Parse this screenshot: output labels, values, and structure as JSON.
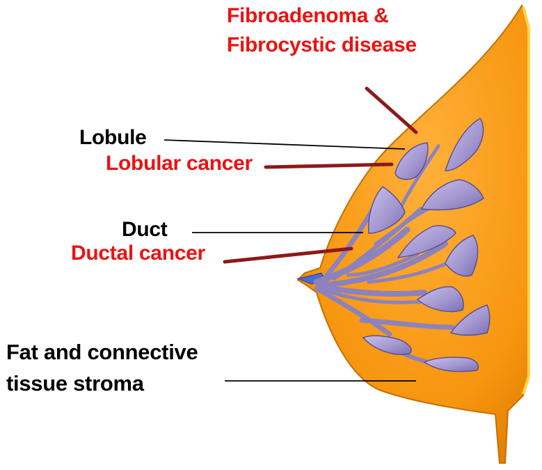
{
  "labels": {
    "fibroadenoma_line1": "Fibroadenoma &",
    "fibroadenoma_line2": "Fibrocystic disease",
    "lobule": "Lobule",
    "lobular_cancer": "Lobular cancer",
    "duct": "Duct",
    "ductal_cancer": "Ductal cancer",
    "stroma_line1": "Fat and connective",
    "stroma_line2": "tissue stroma"
  },
  "colors": {
    "tissue": "#f7960f",
    "tissue_shade": "#d97f06",
    "lobule": "#a499d1",
    "lobule_edge": "#5c4f93",
    "duct": "#8c82bd",
    "red_label": "#ee1111",
    "red_leader": "#8b1a1a",
    "black": "#000000"
  }
}
